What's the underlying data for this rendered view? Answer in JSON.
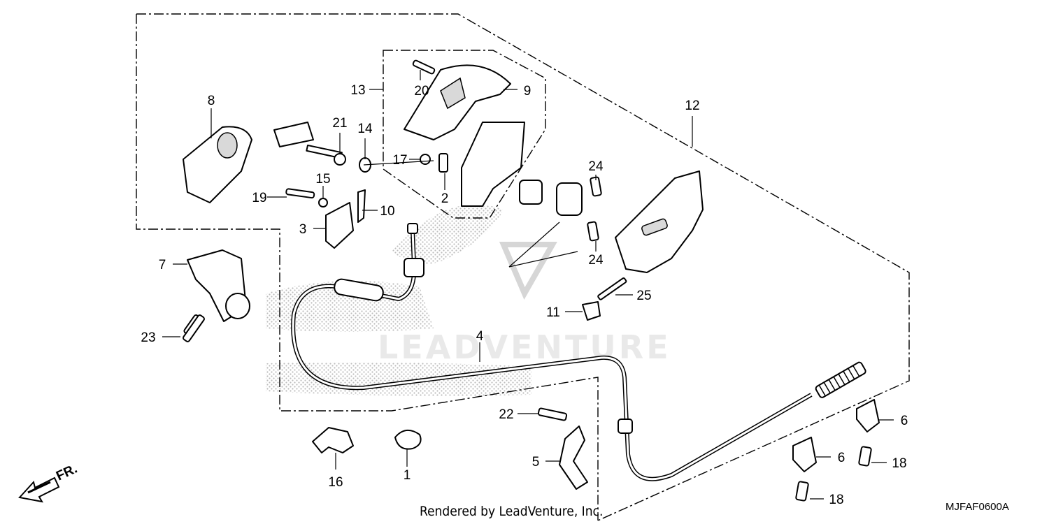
{
  "diagram": {
    "drawing_code": "MJFAF0600A",
    "watermark_text": "LEADVENTURE",
    "footer_text": "Rendered by LeadVenture, Inc.",
    "direction_label": "FR.",
    "callouts": {
      "c1": "1",
      "c2": "2",
      "c3": "3",
      "c4": "4",
      "c5": "5",
      "c6a": "6",
      "c6b": "6",
      "c7": "7",
      "c8": "8",
      "c9": "9",
      "c10": "10",
      "c11": "11",
      "c12": "12",
      "c13": "13",
      "c14": "14",
      "c15": "15",
      "c16": "16",
      "c17": "17",
      "c18a": "18",
      "c18b": "18",
      "c19": "19",
      "c20": "20",
      "c21": "21",
      "c22": "22",
      "c23": "23",
      "c24a": "24",
      "c24b": "24",
      "c25": "25"
    }
  }
}
